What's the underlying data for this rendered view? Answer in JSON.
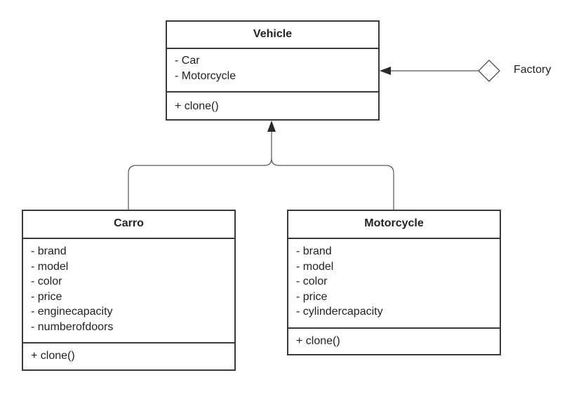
{
  "diagram": {
    "classes": [
      {
        "name": "Vehicle",
        "attributes": [
          "- Car",
          "- Motorcycle"
        ],
        "operations": [
          "+ clone()"
        ]
      },
      {
        "name": "Carro",
        "attributes": [
          "- brand",
          "- model",
          "- color",
          "- price",
          "- enginecapacity",
          "- numberofdoors"
        ],
        "operations": [
          "+ clone()"
        ]
      },
      {
        "name": "Motorcycle",
        "attributes": [
          "- brand",
          "- model",
          "- color",
          "- price",
          "- cylindercapacity"
        ],
        "operations": [
          "+ clone()"
        ]
      }
    ],
    "factory_label": "Factory",
    "relations": [
      {
        "from": "Carro",
        "to": "Vehicle",
        "kind": "generalization"
      },
      {
        "from": "Motorcycle",
        "to": "Vehicle",
        "kind": "generalization"
      },
      {
        "from": "Factory",
        "to": "Vehicle",
        "kind": "aggregation"
      }
    ],
    "colors": {
      "line": "#3a3a3a",
      "connector": "#555555",
      "background": "#ffffff"
    }
  }
}
